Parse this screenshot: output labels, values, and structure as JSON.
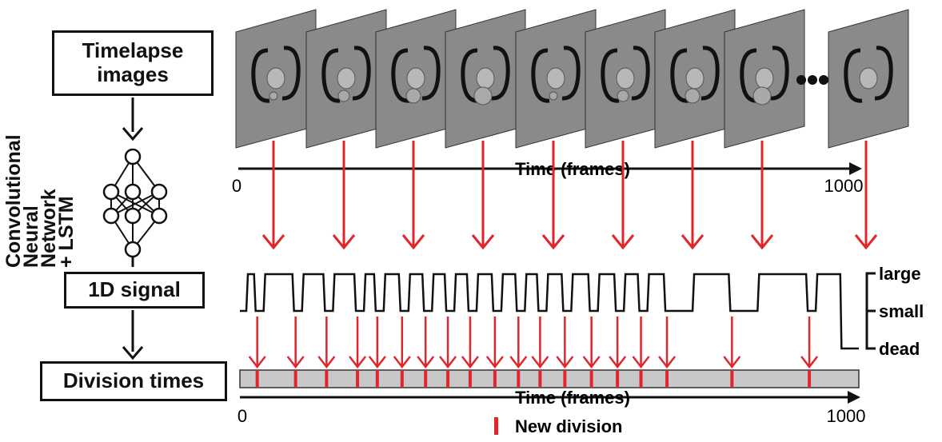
{
  "boxes": {
    "timelapse_line1": "Timelapse",
    "timelapse_line2": "images",
    "signal": "1D signal",
    "division": "Division times"
  },
  "network_label": {
    "line1": "Convolutional",
    "line2": "Neural",
    "line3": "Network",
    "line4": "+ LSTM"
  },
  "top_axis": {
    "label": "Time (frames)",
    "start": "0",
    "end": "1000"
  },
  "bottom_axis": {
    "label": "Time (frames)",
    "start": "0",
    "end": "1000"
  },
  "signal_levels": {
    "large": "large",
    "small": "small",
    "dead": "dead"
  },
  "legend": {
    "label": "New division"
  },
  "colors": {
    "arrow_red": "#e0262b",
    "bar_gray": "#c8c8c8",
    "frame_gray": "#8a8a8a"
  },
  "frames": {
    "count": 9,
    "ellipsis": "•••"
  },
  "chart_data": {
    "type": "line",
    "title": "",
    "xlabel": "Time (frames)",
    "xlim": [
      0,
      1000
    ],
    "y_levels": [
      "dead",
      "small",
      "large"
    ],
    "division_times": [
      28,
      90,
      140,
      190,
      222,
      262,
      300,
      336,
      372,
      412,
      450,
      485,
      525,
      568,
      610,
      648,
      690,
      795,
      920
    ]
  }
}
